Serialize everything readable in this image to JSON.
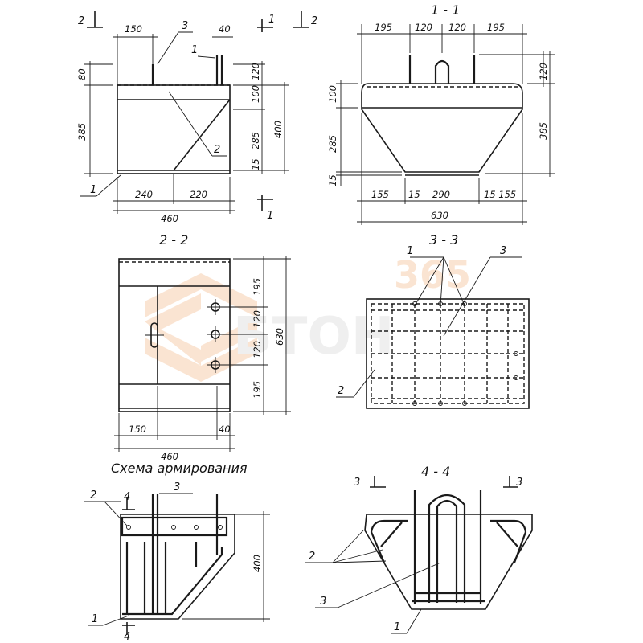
{
  "views": {
    "v1": {
      "dims": {
        "d150": "150",
        "d40": "40",
        "d120": "120",
        "d80": "80",
        "d100": "100",
        "d385": "385",
        "d400": "400",
        "d285": "285",
        "d15": "15",
        "d240": "240",
        "d220": "220",
        "d460": "460"
      },
      "marks": {
        "m1_top": "1",
        "m1_bot": "1",
        "m2_top": "2",
        "m2_topr": "2",
        "m3": "3",
        "mbar1": "1",
        "mdiag2": "2",
        "mbot1": "1"
      }
    },
    "v11": {
      "title": "1 - 1",
      "dims": {
        "d195a": "195",
        "d120a": "120",
        "d120b": "120",
        "d195b": "195",
        "d120r": "120",
        "d100": "100",
        "d385": "385",
        "d285": "285",
        "d15": "15",
        "d155a": "155",
        "d15a": "15",
        "d290": "290",
        "d15b": "15 155",
        "d630": "630"
      }
    },
    "v22": {
      "title": "2 - 2",
      "dims": {
        "d195a": "195",
        "d120a": "120",
        "d120b": "120",
        "d195b": "195",
        "d630": "630",
        "d150": "150",
        "d40": "40",
        "d460": "460"
      }
    },
    "v33": {
      "title": "3 - 3",
      "marks": {
        "m1": "1",
        "m3": "3",
        "m2": "2"
      }
    },
    "v44": {
      "title": "4 - 4",
      "marks": {
        "m3l": "3",
        "m3r": "3",
        "m2": "2",
        "m3": "3",
        "m1": "1"
      }
    },
    "scheme": {
      "title": "Схема армирования",
      "dims": {
        "d400": "400"
      },
      "marks": {
        "m2": "2",
        "m4t": "4",
        "m3": "3",
        "m1": "1",
        "m4b": "4"
      }
    }
  },
  "watermark": {
    "number": "365",
    "brand": "БТОН",
    "color": "#f0a060"
  }
}
